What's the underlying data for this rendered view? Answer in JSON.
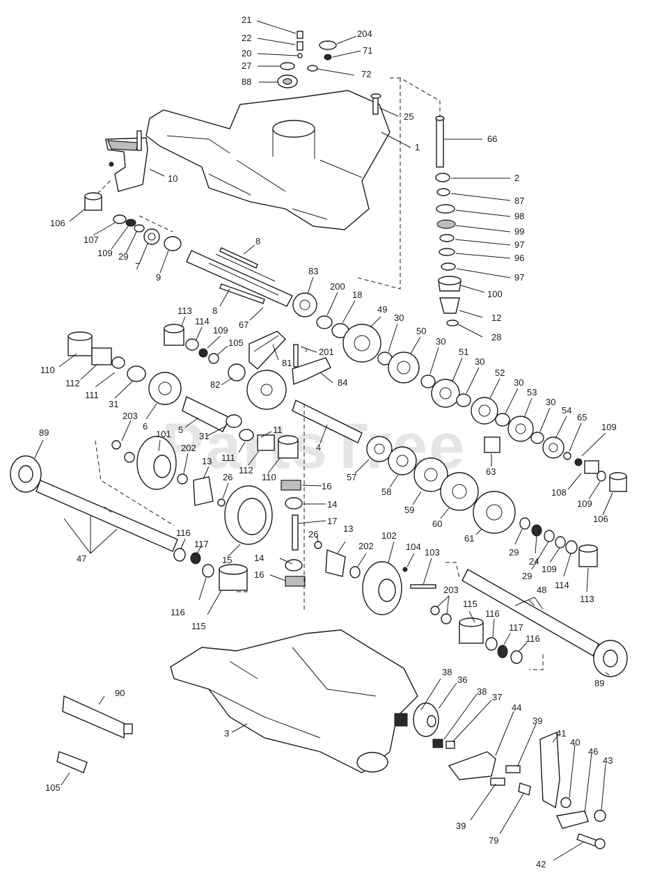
{
  "watermark": "PartsTree",
  "callouts": [
    {
      "id": "c21",
      "text": "21"
    },
    {
      "id": "c22",
      "text": "22"
    },
    {
      "id": "c20",
      "text": "20"
    },
    {
      "id": "c27",
      "text": "27"
    },
    {
      "id": "c88",
      "text": "88"
    },
    {
      "id": "c204",
      "text": "204"
    },
    {
      "id": "c71",
      "text": "71"
    },
    {
      "id": "c72",
      "text": "72"
    },
    {
      "id": "c25",
      "text": "25"
    },
    {
      "id": "c1",
      "text": "1"
    },
    {
      "id": "c66",
      "text": "66"
    },
    {
      "id": "c2",
      "text": "2"
    },
    {
      "id": "c87",
      "text": "87"
    },
    {
      "id": "c98",
      "text": "98"
    },
    {
      "id": "c99",
      "text": "99"
    },
    {
      "id": "c97a",
      "text": "97"
    },
    {
      "id": "c96",
      "text": "96"
    },
    {
      "id": "c97b",
      "text": "97"
    },
    {
      "id": "c100",
      "text": "100"
    },
    {
      "id": "c12",
      "text": "12"
    },
    {
      "id": "c28",
      "text": "28"
    },
    {
      "id": "c10",
      "text": "10"
    },
    {
      "id": "c106a",
      "text": "106"
    },
    {
      "id": "c107",
      "text": "107"
    },
    {
      "id": "c109a",
      "text": "109"
    },
    {
      "id": "c29a",
      "text": "29"
    },
    {
      "id": "c7",
      "text": "7"
    },
    {
      "id": "c9",
      "text": "9"
    },
    {
      "id": "c8a",
      "text": "8"
    },
    {
      "id": "c8b",
      "text": "8"
    },
    {
      "id": "c67",
      "text": "67"
    },
    {
      "id": "c83",
      "text": "83"
    },
    {
      "id": "c200",
      "text": "200"
    },
    {
      "id": "c18",
      "text": "18"
    },
    {
      "id": "c49",
      "text": "49"
    },
    {
      "id": "c30a",
      "text": "30"
    },
    {
      "id": "c50",
      "text": "50"
    },
    {
      "id": "c30b",
      "text": "30"
    },
    {
      "id": "c51",
      "text": "51"
    },
    {
      "id": "c30c",
      "text": "30"
    },
    {
      "id": "c52",
      "text": "52"
    },
    {
      "id": "c30d",
      "text": "30"
    },
    {
      "id": "c53",
      "text": "53"
    },
    {
      "id": "c30e",
      "text": "30"
    },
    {
      "id": "c54",
      "text": "54"
    },
    {
      "id": "c65",
      "text": "65"
    },
    {
      "id": "c109b",
      "text": "109"
    },
    {
      "id": "c113a",
      "text": "113"
    },
    {
      "id": "c114a",
      "text": "114"
    },
    {
      "id": "c109c",
      "text": "109"
    },
    {
      "id": "c105a",
      "text": "105"
    },
    {
      "id": "c81",
      "text": "81"
    },
    {
      "id": "c201",
      "text": "201"
    },
    {
      "id": "c84",
      "text": "84"
    },
    {
      "id": "c110a",
      "text": "110"
    },
    {
      "id": "c112a",
      "text": "112"
    },
    {
      "id": "c111a",
      "text": "111"
    },
    {
      "id": "c31a",
      "text": "31"
    },
    {
      "id": "c6",
      "text": "6"
    },
    {
      "id": "c82",
      "text": "82"
    },
    {
      "id": "c5",
      "text": "5"
    },
    {
      "id": "c31b",
      "text": "31"
    },
    {
      "id": "c11",
      "text": "11"
    },
    {
      "id": "c4",
      "text": "4"
    },
    {
      "id": "c111b",
      "text": "111"
    },
    {
      "id": "c112b",
      "text": "112"
    },
    {
      "id": "c110b",
      "text": "110"
    },
    {
      "id": "c63",
      "text": "63"
    },
    {
      "id": "c57",
      "text": "57"
    },
    {
      "id": "c108",
      "text": "108"
    },
    {
      "id": "c109d",
      "text": "109"
    },
    {
      "id": "c106b",
      "text": "106"
    },
    {
      "id": "c89a",
      "text": "89"
    },
    {
      "id": "c203a",
      "text": "203"
    },
    {
      "id": "c101",
      "text": "101"
    },
    {
      "id": "c202a",
      "text": "202"
    },
    {
      "id": "c13a",
      "text": "13"
    },
    {
      "id": "c26a",
      "text": "26"
    },
    {
      "id": "c16a",
      "text": "16"
    },
    {
      "id": "c14a",
      "text": "14"
    },
    {
      "id": "c17",
      "text": "17"
    },
    {
      "id": "c58",
      "text": "58"
    },
    {
      "id": "c59",
      "text": "59"
    },
    {
      "id": "c60",
      "text": "60"
    },
    {
      "id": "c61",
      "text": "61"
    },
    {
      "id": "c47",
      "text": "47"
    },
    {
      "id": "c116a",
      "text": "116"
    },
    {
      "id": "c117a",
      "text": "117"
    },
    {
      "id": "c15",
      "text": "15"
    },
    {
      "id": "c13b",
      "text": "13"
    },
    {
      "id": "c26b",
      "text": "26"
    },
    {
      "id": "c202b",
      "text": "202"
    },
    {
      "id": "c102",
      "text": "102"
    },
    {
      "id": "c104",
      "text": "104"
    },
    {
      "id": "c103",
      "text": "103"
    },
    {
      "id": "c14b",
      "text": "14"
    },
    {
      "id": "c16b",
      "text": "16"
    },
    {
      "id": "c29b",
      "text": "29"
    },
    {
      "id": "c24",
      "text": "24"
    },
    {
      "id": "c29c",
      "text": "29"
    },
    {
      "id": "c109e",
      "text": "109"
    },
    {
      "id": "c114b",
      "text": "114"
    },
    {
      "id": "c113b",
      "text": "113"
    },
    {
      "id": "c48",
      "text": "48"
    },
    {
      "id": "c116b",
      "text": "116"
    },
    {
      "id": "c115a",
      "text": "115"
    },
    {
      "id": "c203b",
      "text": "203"
    },
    {
      "id": "c115b",
      "text": "115"
    },
    {
      "id": "c116c",
      "text": "116"
    },
    {
      "id": "c117b",
      "text": "117"
    },
    {
      "id": "c116d",
      "text": "116"
    },
    {
      "id": "c89b",
      "text": "89"
    },
    {
      "id": "c90",
      "text": "90"
    },
    {
      "id": "c3",
      "text": "3"
    },
    {
      "id": "c105b",
      "text": "105"
    },
    {
      "id": "c38a",
      "text": "38"
    },
    {
      "id": "c36",
      "text": "36"
    },
    {
      "id": "c38b",
      "text": "38"
    },
    {
      "id": "c37",
      "text": "37"
    },
    {
      "id": "c44",
      "text": "44"
    },
    {
      "id": "c39a",
      "text": "39"
    },
    {
      "id": "c41",
      "text": "41"
    },
    {
      "id": "c40",
      "text": "40"
    },
    {
      "id": "c46",
      "text": "46"
    },
    {
      "id": "c43",
      "text": "43"
    },
    {
      "id": "c39b",
      "text": "39"
    },
    {
      "id": "c79",
      "text": "79"
    },
    {
      "id": "c42",
      "text": "42"
    }
  ]
}
